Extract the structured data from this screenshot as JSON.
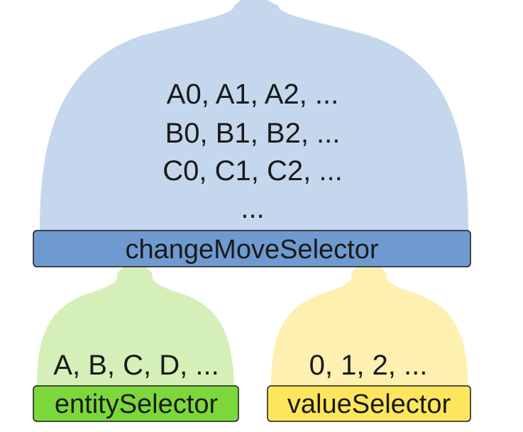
{
  "change_move_selector": {
    "label": "changeMoveSelector",
    "items": [
      "A0, A1, A2, ...",
      "B0, B1, B2, ...",
      "C0, C1, C2, ...",
      "..."
    ]
  },
  "entity_selector": {
    "label": "entitySelector",
    "items": "A, B, C, D, ..."
  },
  "value_selector": {
    "label": "valueSelector",
    "items": "0, 1, 2, ..."
  },
  "colors": {
    "change_dome": "#c5d7ec",
    "change_bar": "#6f9ad0",
    "entity_dome": "#d4f0b8",
    "entity_bar": "#7cd83a",
    "value_dome": "#fdf0b0",
    "value_bar": "#fde55e",
    "outline": "#1a1a1a"
  }
}
